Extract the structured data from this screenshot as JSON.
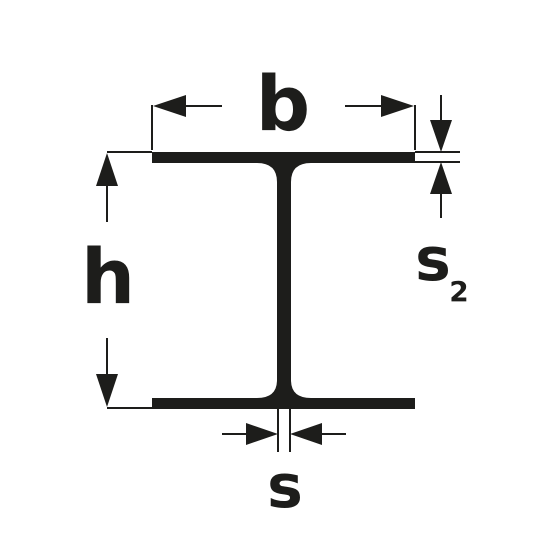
{
  "diagram": {
    "labels": {
      "width": "b",
      "height": "h",
      "flange_thickness": "s",
      "flange_thickness_subscript": "2",
      "web_thickness": "s"
    },
    "colors": {
      "stroke": "#1d1d1b",
      "background": "#ffffff"
    }
  }
}
